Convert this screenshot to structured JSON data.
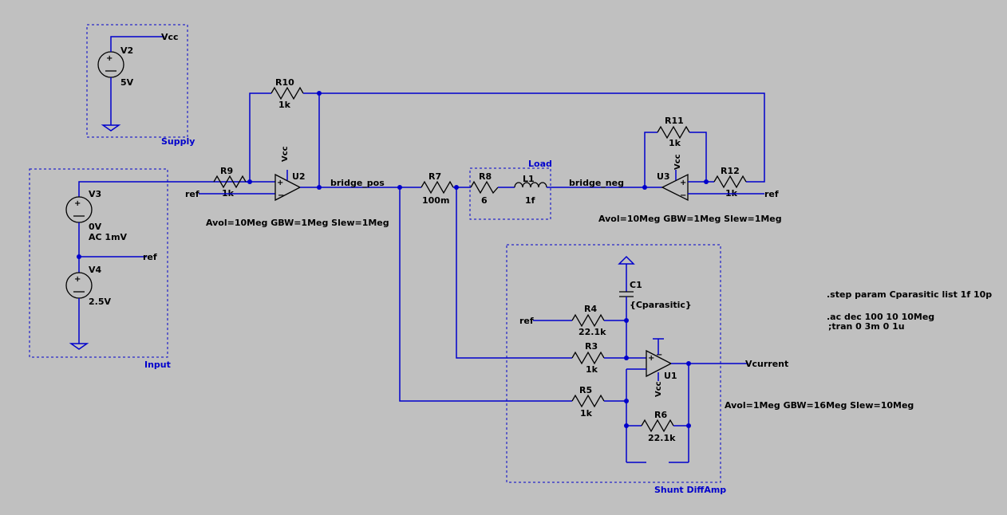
{
  "boxes": {
    "supply": "Supply",
    "input": "Input",
    "load": "Load",
    "diffamp": "Shunt DiffAmp"
  },
  "nets": {
    "vcc": "Vcc",
    "ref": "ref",
    "bridge_pos": "bridge_pos",
    "bridge_neg": "bridge_neg",
    "vcurrent": "Vcurrent"
  },
  "components": {
    "V2": {
      "ref": "V2",
      "value": "5V"
    },
    "V3": {
      "ref": "V3",
      "value": "0V",
      "value2": "AC 1mV"
    },
    "V4": {
      "ref": "V4",
      "value": "2.5V"
    },
    "R10": {
      "ref": "R10",
      "value": "1k"
    },
    "R9": {
      "ref": "R9",
      "value": "1k"
    },
    "U2": {
      "ref": "U2",
      "params": "Avol=10Meg GBW=1Meg Slew=1Meg"
    },
    "R7": {
      "ref": "R7",
      "value": "100m"
    },
    "R8": {
      "ref": "R8",
      "value": "6"
    },
    "L1": {
      "ref": "L1",
      "value": "1f"
    },
    "R11": {
      "ref": "R11",
      "value": "1k"
    },
    "R12": {
      "ref": "R12",
      "value": "1k"
    },
    "U3": {
      "ref": "U3",
      "params": "Avol=10Meg GBW=1Meg Slew=1Meg"
    },
    "C1": {
      "ref": "C1",
      "value": "{Cparasitic}"
    },
    "R4": {
      "ref": "R4",
      "value": "22.1k"
    },
    "R3": {
      "ref": "R3",
      "value": "1k"
    },
    "R5": {
      "ref": "R5",
      "value": "1k"
    },
    "R6": {
      "ref": "R6",
      "value": "22.1k"
    },
    "U1": {
      "ref": "U1",
      "params": "Avol=1Meg GBW=16Meg Slew=10Meg"
    }
  },
  "directives": {
    "step": ".step param Cparasitic list 1f 10p",
    "ac": ".ac dec 100 10 10Meg",
    "tran": ";tran 0 3m 0 1u"
  }
}
